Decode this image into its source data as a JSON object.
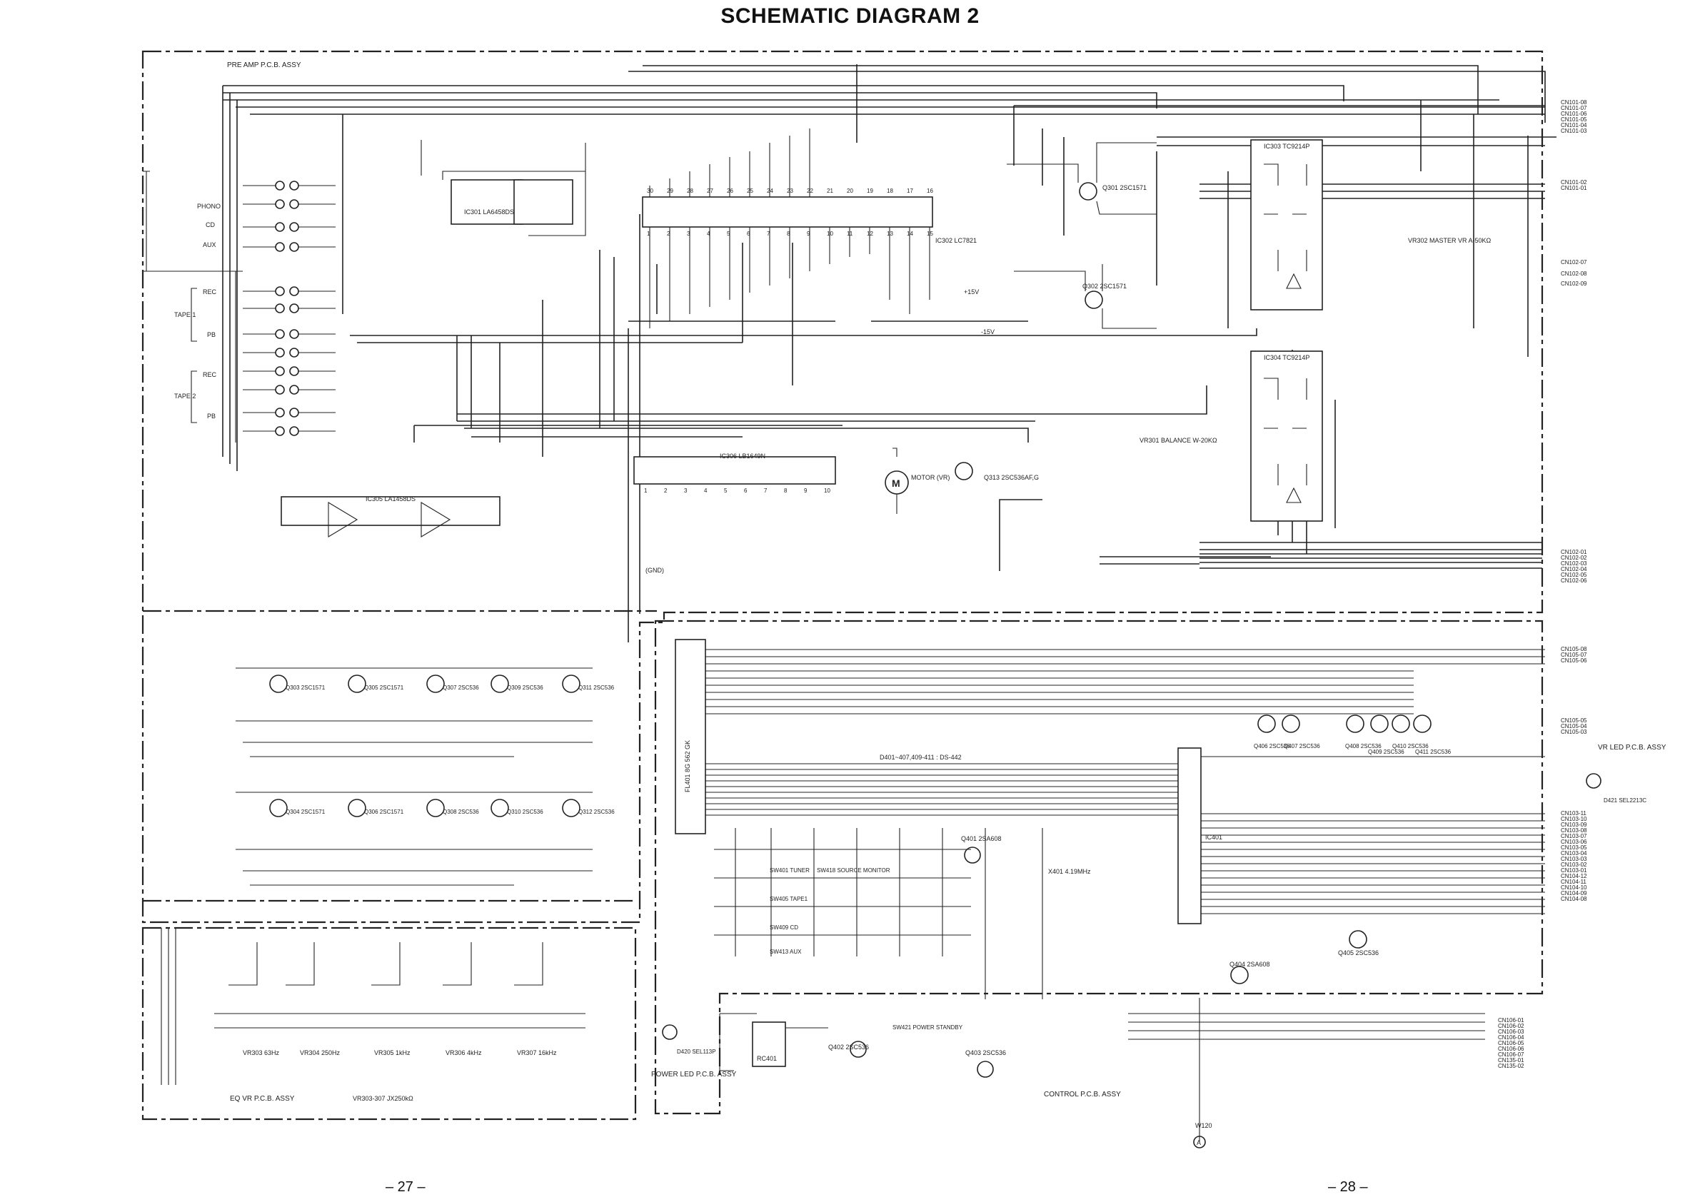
{
  "title": "SCHEMATIC DIAGRAM 2",
  "page_numbers": {
    "left": "– 27 –",
    "right": "– 28 –"
  },
  "boards": {
    "pre_amp": "PRE AMP P.C.B. ASSY",
    "eq_vr": "EQ VR P.C.B. ASSY",
    "control": "CONTROL P.C.B. ASSY",
    "power_led": "POWER LED P.C.B. ASSY",
    "vr_led": "VR LED P.C.B. ASSY"
  },
  "inputs": [
    "PHONO",
    "CD",
    "AUX",
    "REC",
    "TAPE 1",
    "PB",
    "REC",
    "TAPE 2",
    "PB"
  ],
  "ics": {
    "ic301": "IC301 LA6458DS",
    "ic302": "IC302 LC7821",
    "ic303": "IC303 TC9214P",
    "ic304": "IC304 TC9214P",
    "ic305": "IC305 LA1458DS",
    "ic306": "IC306 LB1649N",
    "ic401_label": "IC401",
    "fl401": "FL401 8G 562 GK"
  },
  "ic302_pins_top": [
    "30",
    "29",
    "28",
    "27",
    "26",
    "25",
    "24",
    "23",
    "22",
    "21",
    "20",
    "19",
    "18",
    "17",
    "16"
  ],
  "ic302_pins_bottom": [
    "1",
    "2",
    "3",
    "4",
    "5",
    "6",
    "7",
    "8",
    "9",
    "10",
    "11",
    "12",
    "13",
    "14",
    "15"
  ],
  "ic306_pins": [
    "1",
    "2",
    "3",
    "4",
    "5",
    "6",
    "7",
    "8",
    "9",
    "10"
  ],
  "transistors": {
    "q301": "Q301 2SC1571",
    "q302": "Q302 2SC1571",
    "q313": "Q313 2SC536AF,G",
    "q404": "Q404 2SA608",
    "q405": "Q405 2SC536",
    "q401": "Q401 2SA608",
    "q402": "Q402 2SC536",
    "q403": "Q403 2SC536",
    "eq_row1": [
      "Q303 2SC1571",
      "Q305 2SC1571",
      "Q307 2SC536",
      "Q309 2SC536",
      "Q311 2SC536"
    ],
    "eq_row2": [
      "Q304 2SC1571",
      "Q306 2SC1571",
      "Q308 2SC536",
      "Q310 2SC536",
      "Q312 2SC536"
    ],
    "drivers": [
      "Q406 2SC536",
      "Q407 2SC536",
      "Q408 2SC536",
      "Q409 2SC536",
      "Q410 2SC536",
      "Q411 2SC536"
    ]
  },
  "vr": {
    "vr302": "VR302 MASTER VR A-50KΩ",
    "vr301": "VR301 BALANCE W-20KΩ",
    "eq": [
      "VR303 63Hz",
      "VR304 250Hz",
      "VR305 1kHz",
      "VR306 4kHz",
      "VR307 16kHz"
    ],
    "eq_note": "VR303-307 JX250kΩ"
  },
  "motor": "MOTOR (VR)",
  "switches": [
    "SW401 TUNER",
    "SW405 TAPE1",
    "SW409 CD",
    "SW413 AUX",
    "SW418 SOURCE MONITOR",
    "SW421 POWER STANDBY"
  ],
  "supply": {
    "v15": "+15V",
    "minus_v15": "-15V"
  },
  "connectors_right": {
    "cn101": [
      "CN101-08",
      "CN101-07",
      "CN101-06",
      "CN101-05",
      "CN101-04",
      "CN101-03"
    ],
    "cn101b": [
      "CN101-02",
      "CN101-01"
    ],
    "cn102a": [
      "CN102-07",
      "CN102-08",
      "CN102-09"
    ],
    "cn102b": [
      "CN102-01",
      "CN102-02",
      "CN102-03",
      "CN102-04",
      "CN102-05",
      "CN102-06"
    ],
    "cn105a": [
      "CN105-08",
      "CN105-07",
      "CN105-06"
    ],
    "cn105b": [
      "CN105-05",
      "CN105-04",
      "CN105-03"
    ],
    "cn103": [
      "CN103-11",
      "CN103-10",
      "CN103-09",
      "CN103-08",
      "CN103-07",
      "CN103-06",
      "CN103-05",
      "CN103-04",
      "CN103-03",
      "CN103-02",
      "CN103-01",
      "CN104-12",
      "CN104-11",
      "CN104-10",
      "CN104-09",
      "CN104-08"
    ],
    "cn106": [
      "CN106-01",
      "CN106-02",
      "CN106-03",
      "CN106-04",
      "CN106-05",
      "CN106-06",
      "CN106-07",
      "CN135-01",
      "CN135-02"
    ]
  },
  "misc": {
    "w120": "W120",
    "ref_a": "A",
    "gnd": "(GND)",
    "d401_411": "D401~407,409-411 : DS-442",
    "x401": "X401 4.19MHz",
    "d421": "D421 SEL2213C",
    "d420": "D420 SEL113P",
    "rc401": "RC401"
  }
}
